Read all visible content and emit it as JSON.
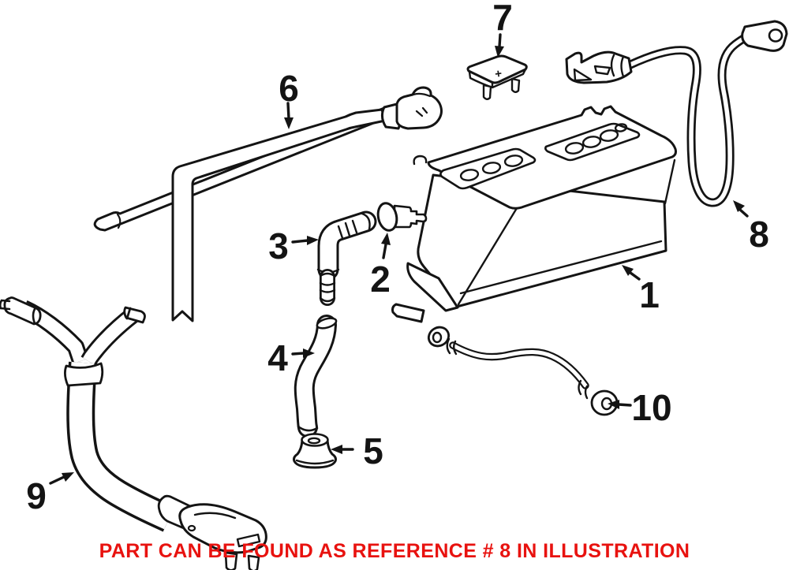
{
  "figure": {
    "background_color": "#ffffff",
    "line_color": "#141414",
    "accent_color": "#e8120f"
  },
  "callouts": {
    "c1": {
      "label": "1"
    },
    "c2": {
      "label": "2"
    },
    "c3": {
      "label": "3"
    },
    "c4": {
      "label": "4"
    },
    "c5": {
      "label": "5"
    },
    "c6": {
      "label": "6"
    },
    "c7": {
      "label": "7"
    },
    "c8": {
      "label": "8"
    },
    "c9": {
      "label": "9"
    },
    "c10": {
      "label": "10"
    }
  },
  "parts": {
    "terminal_cover": {
      "marking": "+"
    }
  },
  "caption": {
    "text": "PART CAN BE FOUND AS REFERENCE # 8 IN ILLUSTRATION",
    "color": "#e8120f"
  }
}
